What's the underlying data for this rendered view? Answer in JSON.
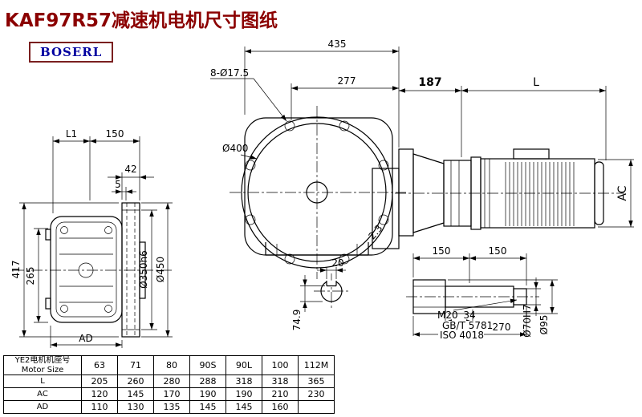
{
  "page": {
    "title": "KAF97R57减速机电机尺寸图纸",
    "logo_text": "BOSERL"
  },
  "dims": {
    "front": {
      "overall_width": "435",
      "width_277": "277",
      "bolt_holes": "8-Ø17.5",
      "flange_dia": "Ø400",
      "note_23": "2.3"
    },
    "side": {
      "d187": "187",
      "motor_length": "L",
      "motor_ac": "AC"
    },
    "left": {
      "l1": "L1",
      "d150": "150",
      "d42": "42",
      "d5": "5",
      "d417": "417",
      "d265": "265",
      "ad": "AD",
      "hub_dia": "Ø350h6",
      "flange_od": "Ø450"
    },
    "section": {
      "key_width": "20",
      "key_depth": "74.9"
    },
    "shaft": {
      "d150_left": "150",
      "d150_right": "150",
      "thread": "M20",
      "std1": "GB/T 5781",
      "std2": "ISO 4018",
      "d34": "34",
      "d270": "270",
      "bore": "Ø70H7",
      "od": "Ø95"
    }
  },
  "table": {
    "header_cn": "YE2电机机座号",
    "header_en": "Motor Size",
    "sizes": [
      "63",
      "71",
      "80",
      "90S",
      "90L",
      "100",
      "112M"
    ],
    "rows": [
      {
        "label": "L",
        "values": [
          "205",
          "260",
          "280",
          "288",
          "318",
          "318",
          "365"
        ]
      },
      {
        "label": "AC",
        "values": [
          "120",
          "145",
          "170",
          "190",
          "190",
          "210",
          "230"
        ]
      },
      {
        "label": "AD",
        "values": [
          "110",
          "130",
          "135",
          "145",
          "145",
          "160",
          ""
        ]
      }
    ]
  }
}
